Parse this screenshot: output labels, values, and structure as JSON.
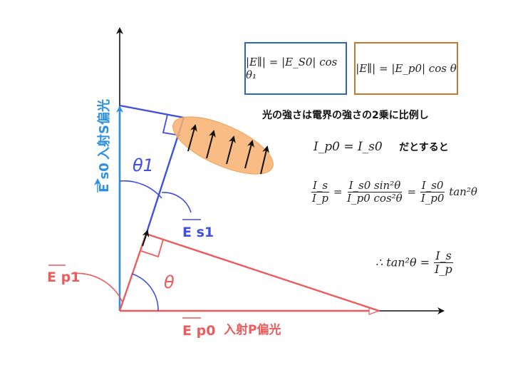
{
  "title_note": "光の強さは電界の強さの2乗に比例し",
  "box_blue": {
    "formula": "|E∥| = |E_S0| cos θ₁"
  },
  "box_orange": {
    "formula": "|E∥| = |E_p0| cos θ"
  },
  "assumption": {
    "formula": "I_p0 = I_s0",
    "suffix": "だとすると"
  },
  "ratio_formula": {
    "lhs_num": "I_s",
    "lhs_den": "I_p",
    "mid_num": "I_s0 sin²θ",
    "mid_den": "I_p0 cos²θ",
    "rhs_num": "I_s0",
    "rhs_den": "I_p0",
    "rhs_tail": "tan²θ"
  },
  "conclusion": {
    "lead": "∴ tan²θ =",
    "num": "I_s",
    "den": "I_p"
  },
  "labels": {
    "e_s0": "E s0",
    "incident_s": "入射S偏光",
    "e_p0": "E p0",
    "incident_p": "入射P偏光",
    "e_p1": "E p1",
    "e_s1": "E s1",
    "theta": "θ",
    "theta1": "θ1"
  },
  "colors": {
    "s_axis": "#2f8fe0",
    "s_vector": "#3f4fe0",
    "p_vector": "#ec5c5c",
    "ellipse_fill": "#f8b070",
    "axis": "#111111"
  }
}
